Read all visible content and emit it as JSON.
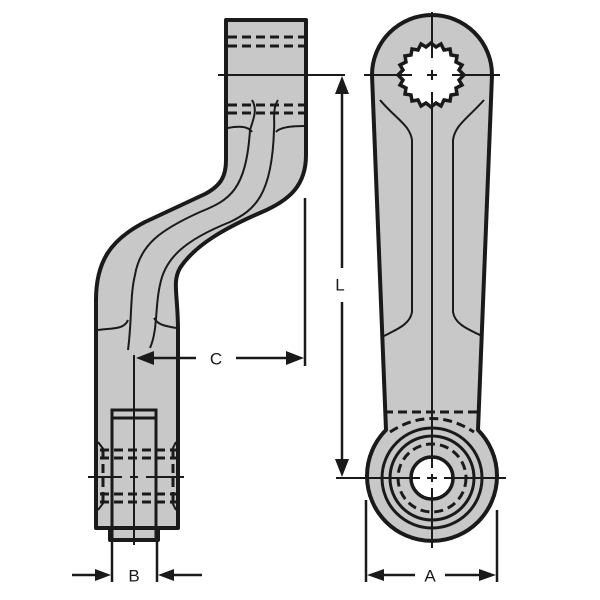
{
  "diagram": {
    "subject": "Pitman arm technical drawing",
    "views": [
      {
        "name": "side-view",
        "description": "offset/dropped pitman arm side profile"
      },
      {
        "name": "front-view",
        "description": "pitman arm face view with splined bore and ball stud end"
      }
    ],
    "dimensions": {
      "A": "A",
      "B": "B",
      "C": "C",
      "L": "L"
    },
    "colors": {
      "part_fill": "#c8c8c8",
      "outline": "#1a1a1a",
      "background": "#ffffff"
    }
  }
}
